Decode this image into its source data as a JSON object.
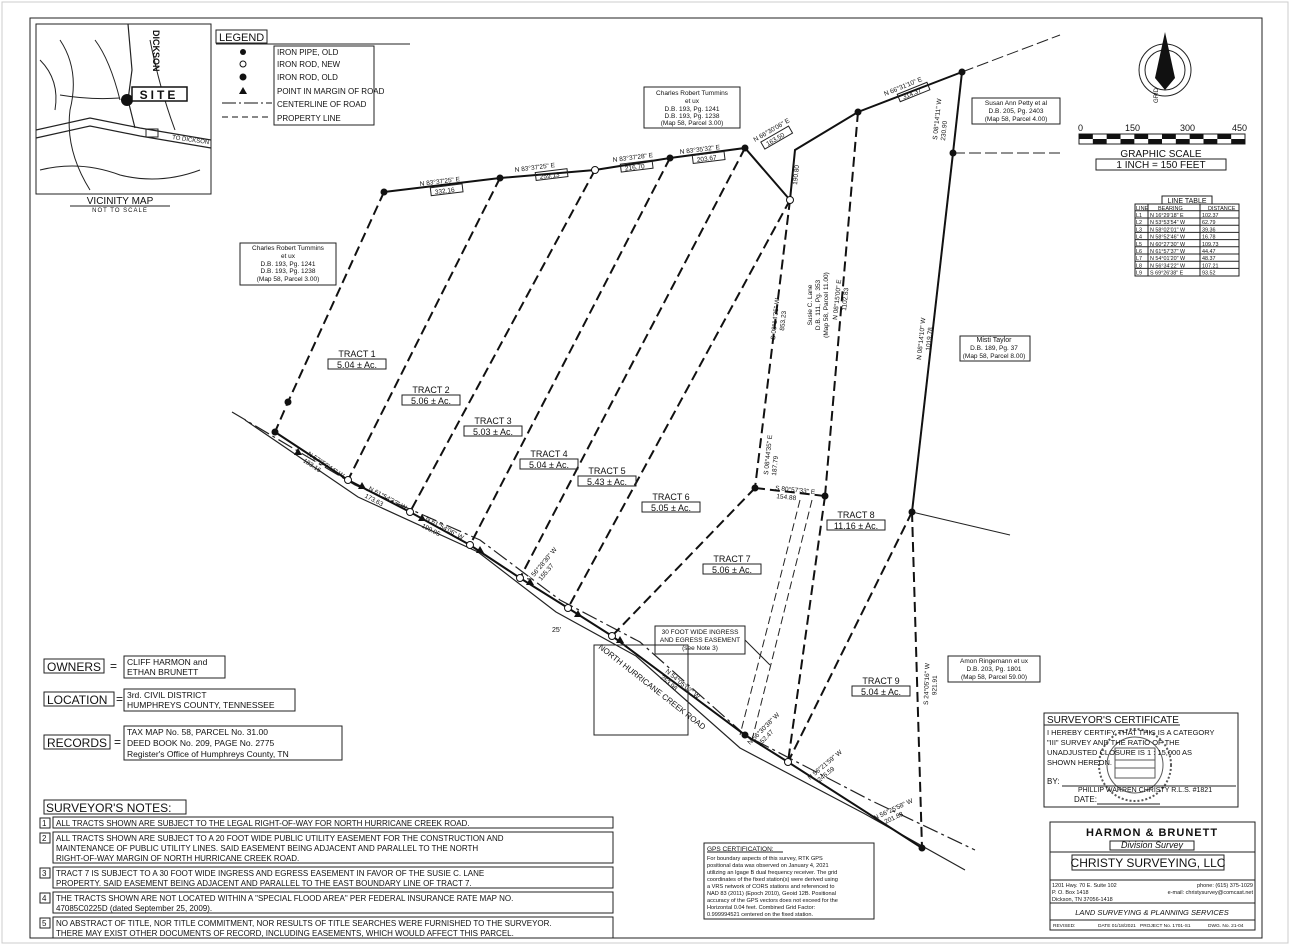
{
  "vicinity": {
    "label_site": "SITE",
    "label_dickson_vertical": "DICKSON",
    "label_to_dickson": "TO DICKSON",
    "title": "VICINITY MAP",
    "subtitle": "NOT TO SCALE"
  },
  "legend": {
    "title": "LEGEND",
    "items": [
      "IRON PIPE, OLD",
      "IRON ROD, NEW",
      "IRON ROD, OLD",
      "POINT IN MARGIN OF ROAD",
      "CENTERLINE OF ROAD",
      "PROPERTY LINE"
    ]
  },
  "scale": {
    "ticks": [
      "0",
      "150",
      "300",
      "450"
    ],
    "title": "GRAPHIC SCALE",
    "ratio": "1 INCH = 150 FEET",
    "north_label": "GRID"
  },
  "line_table": {
    "title": "LINE TABLE",
    "headers": [
      "LINE",
      "BEARING",
      "DISTANCE"
    ],
    "rows": [
      [
        "L1",
        "N 16°29'18\" E",
        "102.37"
      ],
      [
        "L2",
        "N 53°53'54\" W",
        "62.79"
      ],
      [
        "L3",
        "N 58°02'01\" W",
        "39.36"
      ],
      [
        "L4",
        "N 58°52'46\" W",
        "16.78"
      ],
      [
        "L5",
        "N 60°27'30\" W",
        "109.73"
      ],
      [
        "L6",
        "N 61°57'37\" W",
        "44.47"
      ],
      [
        "L7",
        "N 54°01'20\" W",
        "48.37"
      ],
      [
        "L8",
        "N 56°34'22\" W",
        "107.21"
      ],
      [
        "L9",
        "S 69°26'38\" E",
        "93.52"
      ]
    ]
  },
  "owners_adj": {
    "tummins_top": [
      "Charles Robert Tummins",
      "et ux",
      "D.B. 193, Pg. 1241",
      "D.B. 193, Pg. 1238",
      "(Map 58, Parcel 3.00)"
    ],
    "tummins_left": [
      "Charles Robert Tummins",
      "et ux",
      "D.B. 193, Pg. 1241",
      "D.B. 193, Pg. 1238",
      "(Map 58, Parcel 3.00)"
    ],
    "petty": [
      "Susan Ann Petty et al",
      "D.B. 205, Pg. 2403",
      "(Map 58, Parcel 4.00)"
    ],
    "lane": [
      "Susie C. Lane",
      "D.B. 111, Pg. 353",
      "(Map 58, Parcel 11.00)"
    ],
    "taylor": [
      "Misti Taylor",
      "D.B. 189, Pg. 37",
      "(Map 58, Parcel 8.00)"
    ],
    "ringemann": [
      "Amon Ringemann et ux",
      "D.B. 203, Pg. 1801",
      "(Map 58, Parcel 59.00)"
    ]
  },
  "tracts": [
    {
      "name": "TRACT 1",
      "area": "5.04 ± Ac."
    },
    {
      "name": "TRACT 2",
      "area": "5.06 ± Ac."
    },
    {
      "name": "TRACT 3",
      "area": "5.03 ± Ac."
    },
    {
      "name": "TRACT 4",
      "area": "5.04 ± Ac."
    },
    {
      "name": "TRACT 5",
      "area": "5.43 ± Ac."
    },
    {
      "name": "TRACT 6",
      "area": "5.05 ± Ac."
    },
    {
      "name": "TRACT 7",
      "area": "5.06 ± Ac."
    },
    {
      "name": "TRACT 8",
      "area": "11.16 ± Ac."
    },
    {
      "name": "TRACT 9",
      "area": "5.04 ± Ac."
    }
  ],
  "bearings": {
    "top1": "N 83°37'25\" E",
    "top1d": "332.16",
    "top2": "N 83°37'25\" E",
    "top2d": "259.13",
    "top3": "N 83°37'28\" E",
    "top3d": "216.70",
    "top4": "N 83°35'32\" E",
    "top4d": "203.67",
    "top5": "N 66°30'06\" E",
    "top5d": "163.50",
    "top6": "N 66°31'10\" E",
    "top6d": "314.37",
    "lane_w": "S 08°14'35\" W",
    "lane_wd": "853.23",
    "lane_e": "N 08°15'00\" E",
    "lane_ed": "1102.83",
    "taylor_l": "N 08°14'10\" W",
    "taylor_ld": "1019.78",
    "petty_l": "S 08°14'11\" W",
    "petty_ld": "230.90",
    "road1": "N 57°50'44\" W",
    "road1d": "183.16",
    "road2": "N 61°54'33\" W",
    "road2d": "173.63",
    "road3": "N 61°54'06\" W",
    "road3d": "199.05",
    "road4": "N 56°28'30\" W",
    "road4d": "155.37",
    "road5": "N 54°05'02\" W",
    "road5d": "253.98",
    "road6": "N 56°30'38\" W",
    "road6d": "152.47",
    "road7": "N 56°21'59\" W",
    "road7d": "246.59",
    "road8": "N 56°25'58\" W",
    "road8d": "201.83",
    "t7e": "S 80°57'33\" E",
    "t7ed": "154.88",
    "lane_seg": "S 08°44'35\" E",
    "lane_segd": "187.79",
    "short_top": "190.80",
    "r_9w": "S 24°05'16\" W",
    "r_9wd": "921.91"
  },
  "notes": {
    "road_label": "NORTH HURRICANE CREEK ROAD",
    "easement": [
      "30 FOOT WIDE INGRESS",
      "AND EGRESS EASEMENT",
      "(see Note 3)"
    ],
    "road_width": "25'"
  },
  "info": {
    "owners_label": "OWNERS",
    "owners": [
      "CLIFF HARMON and",
      "ETHAN BRUNETT"
    ],
    "location_label": "LOCATION",
    "location": [
      "3rd. CIVIL DISTRICT",
      "HUMPHREYS COUNTY, TENNESSEE"
    ],
    "records_label": "RECORDS",
    "records": [
      "TAX MAP No. 58, PARCEL No. 31.00",
      "DEED BOOK No. 209, PAGE No. 2775",
      "Register's Office of Humphreys County, TN"
    ]
  },
  "surveyor_notes": {
    "title": "SURVEYOR'S NOTES:",
    "items": [
      [
        "ALL TRACTS SHOWN ARE SUBJECT TO THE LEGAL RIGHT-OF-WAY FOR NORTH HURRICANE CREEK ROAD."
      ],
      [
        "ALL TRACTS SHOWN ARE SUBJECT TO A 20 FOOT WIDE PUBLIC UTILITY EASEMENT FOR THE CONSTRUCTION AND",
        "MAINTENANCE OF PUBLIC UTILITY LINES.  SAID EASEMENT BEING ADJACENT AND PARALLEL TO THE NORTH",
        "RIGHT-OF-WAY MARGIN OF NORTH HURRICANE CREEK ROAD."
      ],
      [
        "TRACT 7 IS SUBJECT TO A 30 FOOT WIDE INGRESS AND EGRESS EASEMENT IN FAVOR OF THE SUSIE C. LANE",
        "PROPERTY.  SAID EASEMENT BEING ADJACENT AND PARALLEL TO THE EAST BOUNDARY LINE OF TRACT 7."
      ],
      [
        "THE TRACTS SHOWN ARE NOT LOCATED WITHIN A \"SPECIAL FLOOD AREA\" PER FEDERAL INSURANCE RATE MAP NO.",
        "47085C0225D (dated September 25, 2009)."
      ],
      [
        "NO ABSTRACT OF TITLE, NOR TITLE COMMITMENT, NOR RESULTS OF TITLE SEARCHES WERE FURNISHED TO THE SURVEYOR.",
        "THERE MAY EXIST OTHER DOCUMENTS OF RECORD, INCLUDING EASEMENTS, WHICH WOULD AFFECT THIS PARCEL."
      ]
    ]
  },
  "gps": {
    "title": "GPS CERTIFICATION:",
    "lines": [
      "For boundary aspects of this survey, RTK GPS",
      "positional data was observed on January 4, 2021",
      "utilizing an Igage B dual frequency receiver.  The grid",
      "coordinates of the fixed station(s) were derived using",
      "a VRS network of CORS stations and referenced to",
      "NAD 83 (2011) (Epoch 2010), Geoid 12B.  Positional",
      "accuracy of the GPS vectors does not exceed for the",
      "Horizontal 0.04 feet.  Combined Grid Factor:",
      "0.999994521 centered on the fixed station."
    ]
  },
  "certificate": {
    "title": "SURVEYOR'S CERTIFICATE",
    "lines": [
      "I HEREBY CERTIFY THAT THIS IS A CATEGORY",
      "\"III\" SURVEY AND THE RATIO OF THE",
      "UNADJUSTED CLOSURE IS 1 : 15,000 AS",
      "SHOWN HEREON."
    ],
    "by": "BY:",
    "name": "PHILLIP WARREN CHRISTY  R.L.S.  #1821",
    "date": "DATE:"
  },
  "titleblock": {
    "firm": "HARMON & BRUNETT",
    "division": "Division Survey",
    "company": "CHRISTY SURVEYING, LLC",
    "addr": [
      "1201 Hwy. 70 E. Suite 102",
      "P. O. Box 1418",
      "Dickson, TN 37056-1418"
    ],
    "phone": "phone: (615) 375-1029",
    "email": "e-mail: christysurvey@comcast.net",
    "services": "LAND SURVEYING & PLANNING SERVICES",
    "footer": [
      "REVISED:",
      "DATE 01/18/2021",
      "PROJECT No. 1701-S1",
      "DWG. No. 21-04"
    ]
  }
}
